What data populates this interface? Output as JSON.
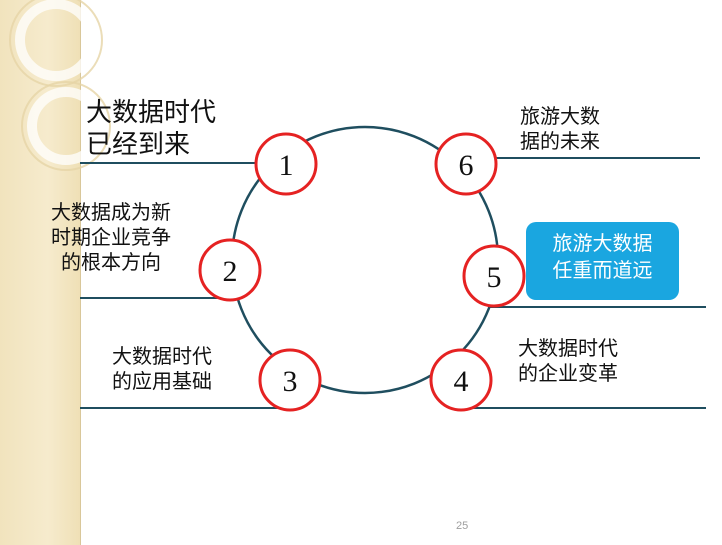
{
  "slide": {
    "page_number": "25",
    "nodes": [
      {
        "number": "1",
        "lines": [
          "大数据时代",
          "已经到来"
        ]
      },
      {
        "number": "2",
        "lines": [
          "大数据成为新",
          "时期企业竞争",
          "的根本方向"
        ]
      },
      {
        "number": "3",
        "lines": [
          "大数据时代",
          "的应用基础"
        ]
      },
      {
        "number": "4",
        "lines": [
          "大数据时代",
          "的企业变革"
        ]
      },
      {
        "number": "5",
        "lines": [
          "旅游大数据",
          "任重而道远"
        ]
      },
      {
        "number": "6",
        "lines": [
          "旅游大数",
          "据的未来"
        ]
      }
    ],
    "colors": {
      "ring_and_leaders": "#1f4e5f",
      "node_border": "#e52222",
      "callout_fill": "#1aa6e0",
      "side_band": "#f1e3bd"
    }
  }
}
